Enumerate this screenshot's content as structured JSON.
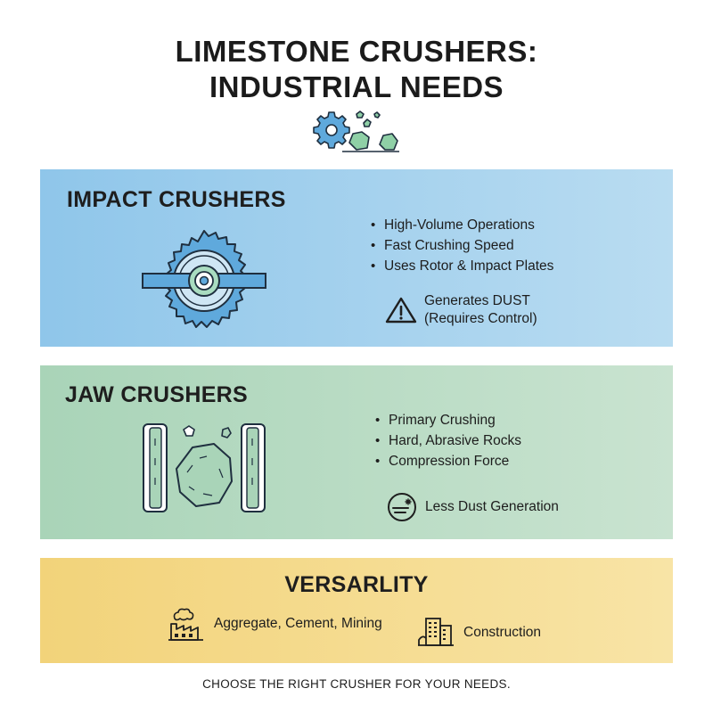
{
  "title": {
    "line1": "LIMESTONE CRUSHERS:",
    "line2": "INDUSTRIAL NEEDS"
  },
  "hero_icon": "gear-and-rocks-icon",
  "impact": {
    "title": "IMPACT CRUSHERS",
    "bullets": [
      "High-Volume Operations",
      "Fast Crushing Speed",
      "Uses Rotor & Impact Plates"
    ],
    "note_line1": "Generates DUST",
    "note_line2": "(Requires Control)",
    "note_icon": "warning-icon",
    "illustration": "impact-rotor-illustration",
    "color": "#8fc6ea"
  },
  "jaw": {
    "title": "JAW CRUSHERS",
    "bullets": [
      "Primary Crushing",
      "Hard, Abrasive Rocks",
      "Compression Force"
    ],
    "note": "Less Dust Generation",
    "note_icon": "low-dust-icon",
    "illustration": "jaw-plates-illustration",
    "color": "#a9d4b8"
  },
  "versatility": {
    "title": "VERSARLITY",
    "item1": {
      "label": "Aggregate, Cement, Mining",
      "icon": "factory-icon"
    },
    "item2": {
      "label": "Construction",
      "icon": "buildings-icon"
    },
    "color": "#f2d37a"
  },
  "footer": "CHOOSE THE RIGHT CRUSHER FOR YOUR NEEDS."
}
